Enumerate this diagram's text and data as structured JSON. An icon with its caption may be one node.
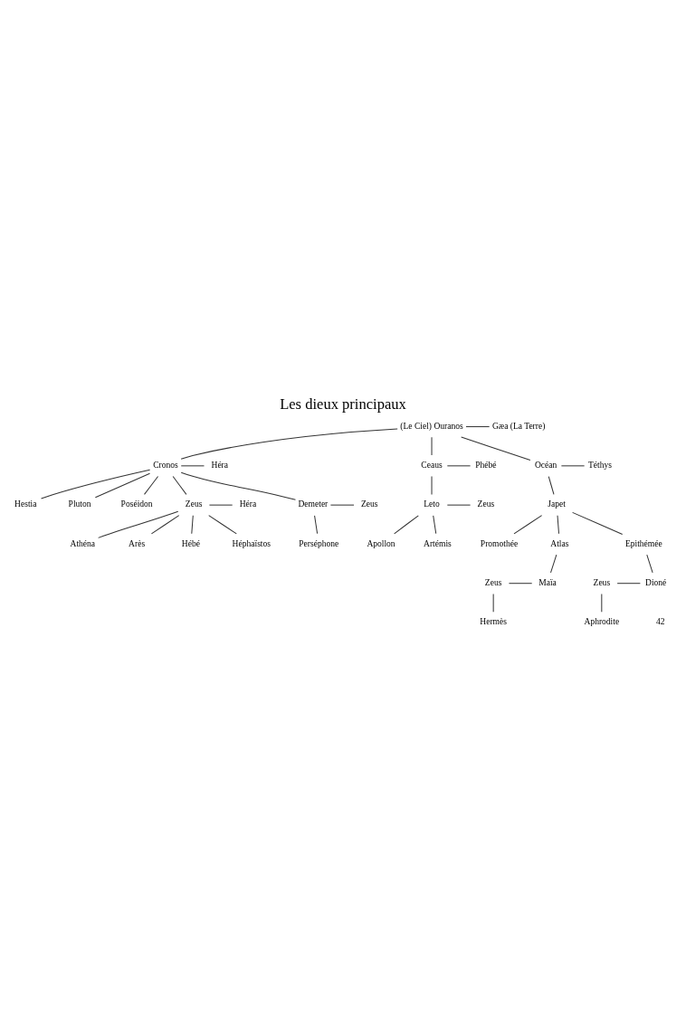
{
  "diagram": {
    "title": "Les dieux principaux",
    "nodes": [
      {
        "text": [
          "(Le Ciel) Ouranos"
        ]
      },
      {
        "text": [
          "Gæa (La Terre)"
        ]
      },
      {
        "text": [
          "Cronos"
        ]
      },
      {
        "text": [
          "Héra"
        ]
      },
      {
        "text": [
          "Ceaus"
        ]
      },
      {
        "text": [
          "Phébé"
        ]
      },
      {
        "text": [
          "Océan"
        ]
      },
      {
        "text": [
          "Téthys"
        ]
      },
      {
        "text": [
          "Japet"
        ]
      },
      {
        "text": [
          "Hestia"
        ]
      },
      {
        "text": [
          "Pluton"
        ]
      },
      {
        "text": [
          "Poséidon"
        ]
      },
      {
        "text": [
          "Zeus"
        ]
      },
      {
        "text": [
          "Héra"
        ]
      },
      {
        "text": [
          "Demeter"
        ]
      },
      {
        "text": [
          "Zeus"
        ]
      },
      {
        "text": [
          "Athéna"
        ]
      },
      {
        "text": [
          "Perséphone"
        ]
      },
      {
        "text": [
          "Leto"
        ]
      },
      {
        "text": [
          "Zeus"
        ]
      },
      {
        "text": [
          "Arès"
        ]
      },
      {
        "text": [
          "Hébé"
        ]
      },
      {
        "text": [
          "Héphaïstos"
        ]
      },
      {
        "text": [
          "Promothée"
        ]
      },
      {
        "text": [
          "Atlas"
        ]
      },
      {
        "text": [
          "Epithémée"
        ]
      },
      {
        "text": [
          "Apollon"
        ]
      },
      {
        "text": [
          "Artémis"
        ]
      },
      {
        "text": [
          "Zeus"
        ]
      },
      {
        "text": [
          "Maïa"
        ]
      },
      {
        "text": [
          "Zeus"
        ]
      },
      {
        "text": [
          "Dioné"
        ]
      },
      {
        "text": [
          "Hermès"
        ]
      },
      {
        "text": [
          "Aphrodite"
        ]
      }
    ],
    "edges": [
      {
        "from": 0,
        "to": 1,
        "arrow": "none"
      },
      {
        "from": 0,
        "to": 2,
        "arrow": "none"
      },
      {
        "from": 0,
        "to": 4,
        "arrow": "none"
      },
      {
        "from": 0,
        "to": 6,
        "arrow": "none"
      },
      {
        "from": 2,
        "to": 3,
        "arrow": "none"
      },
      {
        "from": 4,
        "to": 5,
        "arrow": "none"
      },
      {
        "from": 6,
        "to": 7,
        "arrow": "none"
      },
      {
        "from": 2,
        "to": 9,
        "arrow": "none"
      },
      {
        "from": 2,
        "to": 10,
        "arrow": "none"
      },
      {
        "from": 2,
        "to": 11,
        "arrow": "none"
      },
      {
        "from": 2,
        "to": 12,
        "arrow": "none"
      },
      {
        "from": 2,
        "to": 14,
        "arrow": "none"
      },
      {
        "from": 4,
        "to": 18,
        "arrow": "none"
      },
      {
        "from": 6,
        "to": 8,
        "arrow": "none"
      },
      {
        "from": 12,
        "to": 13,
        "arrow": "none"
      },
      {
        "from": 14,
        "to": 15,
        "arrow": "none"
      },
      {
        "from": 12,
        "to": 16,
        "arrow": "none"
      },
      {
        "from": 14,
        "to": 17,
        "arrow": "none"
      },
      {
        "from": 12,
        "to": 20,
        "arrow": "none"
      },
      {
        "from": 12,
        "to": 21,
        "arrow": "none"
      },
      {
        "from": 12,
        "to": 22,
        "arrow": "none"
      },
      {
        "from": 18,
        "to": 19,
        "arrow": "none"
      },
      {
        "from": 18,
        "to": 26,
        "arrow": "none"
      },
      {
        "from": 18,
        "to": 27,
        "arrow": "none"
      },
      {
        "from": 8,
        "to": 23,
        "arrow": "none"
      },
      {
        "from": 8,
        "to": 24,
        "arrow": "none"
      },
      {
        "from": 8,
        "to": 25,
        "arrow": "none"
      },
      {
        "from": 24,
        "to": 29,
        "arrow": "none"
      },
      {
        "from": 25,
        "to": 31,
        "arrow": "none"
      },
      {
        "from": 28,
        "to": 29,
        "arrow": "none"
      },
      {
        "from": 30,
        "to": 31,
        "arrow": "none"
      },
      {
        "from": 28,
        "to": 32,
        "arrow": "none"
      },
      {
        "from": 30,
        "to": 33,
        "arrow": "none"
      }
    ],
    "labels": [
      "42"
    ]
  }
}
